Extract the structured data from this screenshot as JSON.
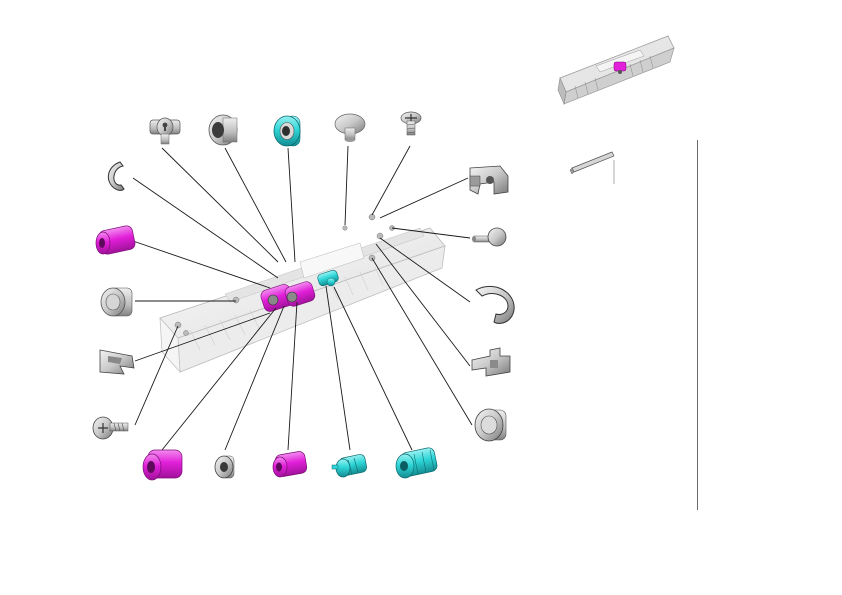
{
  "diagram": {
    "colors": {
      "magenta": "#e21fd9",
      "magenta_dark": "#a0129a",
      "cyan": "#2fd6d8",
      "cyan_dark": "#138d92",
      "grey": "#c9c9c9",
      "grey_dark": "#6f6f6f",
      "leader": "#1a1a1a"
    },
    "parts": [
      {
        "id": "screw-keyhole",
        "icon": "keyhole-screw-icon"
      },
      {
        "id": "flanged-bushing",
        "icon": "flanged-bushing-icon"
      },
      {
        "id": "ball-bearing",
        "icon": "ball-bearing-icon"
      },
      {
        "id": "knob-cap",
        "icon": "knob-cap-icon"
      },
      {
        "id": "phillips-screw",
        "icon": "phillips-screw-icon"
      },
      {
        "id": "e-ring",
        "icon": "e-ring-icon"
      },
      {
        "id": "hinge-bracket",
        "icon": "hinge-bracket-icon"
      },
      {
        "id": "magenta-roller",
        "icon": "roller-icon"
      },
      {
        "id": "pin-shaft",
        "icon": "pin-shaft-icon"
      },
      {
        "id": "bushing-collar",
        "icon": "bushing-icon"
      },
      {
        "id": "c-clip",
        "icon": "c-clip-icon"
      },
      {
        "id": "clip-bracket",
        "icon": "clip-bracket-icon"
      },
      {
        "id": "latch-block",
        "icon": "latch-block-icon"
      },
      {
        "id": "flange-screw",
        "icon": "flange-screw-icon"
      },
      {
        "id": "hex-bushing",
        "icon": "hex-bushing-icon"
      },
      {
        "id": "magenta-sleeve-large",
        "icon": "sleeve-icon"
      },
      {
        "id": "small-ring",
        "icon": "ring-icon"
      },
      {
        "id": "magenta-sleeve-small",
        "icon": "sleeve-icon"
      },
      {
        "id": "cyan-gear-small",
        "icon": "gear-icon"
      },
      {
        "id": "cyan-gear-large",
        "icon": "gear-icon"
      }
    ],
    "thumbnail": {
      "caption": ""
    },
    "tool": {
      "icon": "rod-tool-icon"
    }
  }
}
